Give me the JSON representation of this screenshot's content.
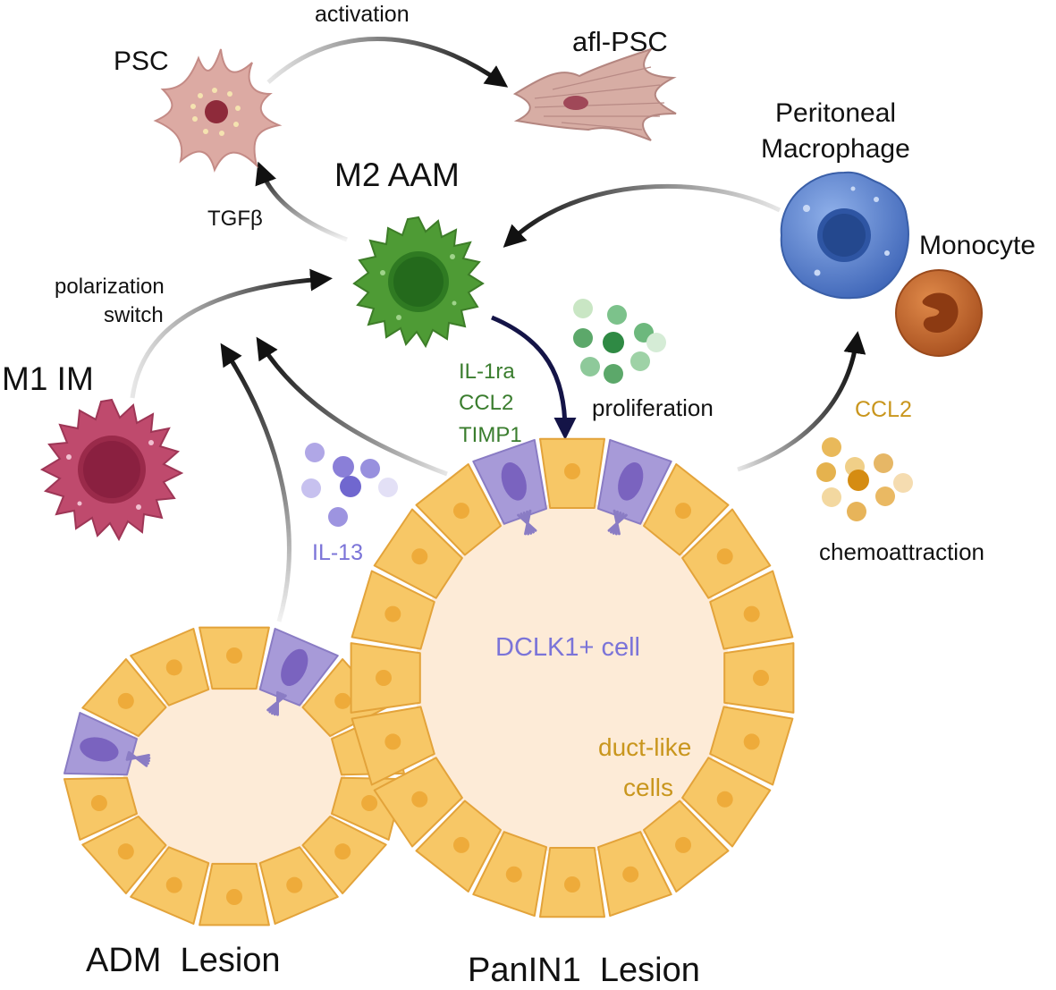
{
  "colors": {
    "cytokine_green": "#3a7d2e",
    "cytokine_blue": "#7b74d8",
    "cytokine_gold": "#c9961d",
    "dclk1_label": "#7b74d8",
    "duct_label": "#c9961d",
    "text_dark": "#111111",
    "arrow": "#111111",
    "arrow_navy": "#141447",
    "duct_cell_fill": "#f7c766",
    "duct_cell_stroke": "#e3a33a",
    "nucleus": "#eeab3a",
    "dclk1_fill": "#a79ad8",
    "dclk1_nucleus": "#7a63bf",
    "lumen": "#fdebd7",
    "m1_body": "#bf4a6d",
    "m2_body": "#4e9b35",
    "peritoneal_body": "#4f79c9",
    "monocyte_body": "#c2632b",
    "psc_body": "#d9a9a4"
  },
  "labels": {
    "psc": "PSC",
    "afl_psc": "afl-PSC",
    "activation": "activation",
    "m2_aam": "M2 AAM",
    "tgfb": "TGFβ",
    "peritoneal_line1": "Peritoneal",
    "peritoneal_line2": "Macrophage",
    "monocyte": "Monocyte",
    "polarization_line1": "polarization",
    "polarization_line2": "switch",
    "m1_im": "M1 IM",
    "il1ra": "IL-1ra",
    "ccl2_green": "CCL2",
    "timp1": "TIMP1",
    "proliferation": "proliferation",
    "ccl2_gold": "CCL2",
    "chemoattraction": "chemoattraction",
    "il13": "IL-13",
    "dclk1_cell": "DCLK1+ cell",
    "duct_line1": "duct-like",
    "duct_line2": "cells",
    "adm_lesion": "ADM  Lesion",
    "panin1_lesion": "PanIN1  Lesion"
  },
  "icons": {
    "psc": "stellate-cell-icon",
    "afl_psc": "activated-stellate-cell-icon",
    "m1": "m1-macrophage-icon",
    "m2": "m2-macrophage-icon",
    "peritoneal": "peritoneal-macrophage-icon",
    "monocyte": "monocyte-icon",
    "cytokine_green": "green-cytokine-cluster-icon",
    "cytokine_blue": "purple-cytokine-cluster-icon",
    "cytokine_gold": "gold-cytokine-cluster-icon"
  }
}
